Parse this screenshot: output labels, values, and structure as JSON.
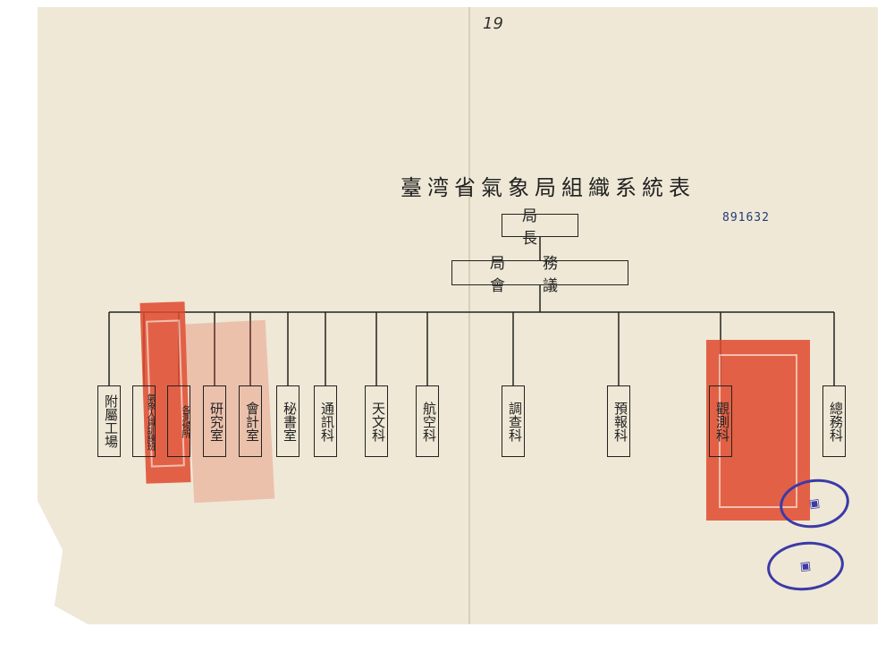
{
  "document": {
    "page_number": "19",
    "title": "臺湾省氣象局組織系統表",
    "doc_number": "891632"
  },
  "chart": {
    "chief": "局長",
    "council": "局務會議",
    "units": [
      {
        "label": "附屬工場"
      },
      {
        "label": "氣象人員訓練班"
      },
      {
        "label": "各測候所"
      },
      {
        "label": "研究室"
      },
      {
        "label": "會計室"
      },
      {
        "label": "秘書室"
      },
      {
        "label": "通訊科"
      },
      {
        "label": "天文科"
      },
      {
        "label": "航空科"
      },
      {
        "label": "調查科"
      },
      {
        "label": "預報科"
      },
      {
        "label": "觀測科"
      },
      {
        "label": "總務科"
      }
    ]
  },
  "seals": {
    "left": {
      "color": "#e04a2e"
    },
    "right": {
      "color": "#e04a2e"
    },
    "blue": {
      "color": "#3b3aa8"
    }
  }
}
